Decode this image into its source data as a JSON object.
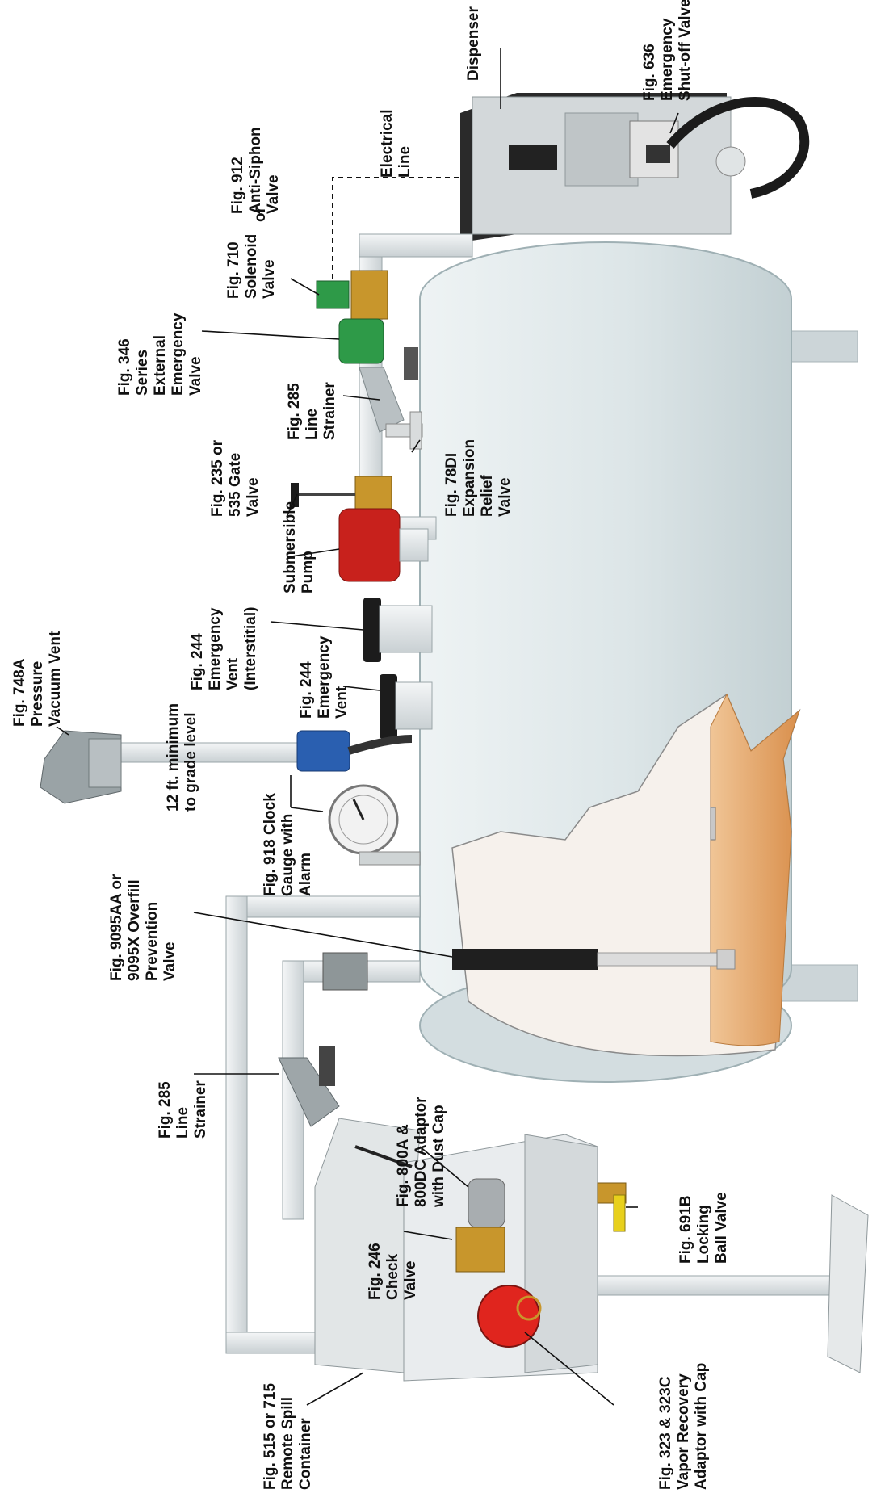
{
  "labels": {
    "dispenser": "Dispenser",
    "fig636": [
      "Fig. 636",
      "Emergency",
      "Shut-off Valve"
    ],
    "electrical": [
      "Electrical",
      "Line"
    ],
    "fig912": [
      "Fig. 912",
      "Anti-Siphon",
      "Valve"
    ],
    "or": "or",
    "fig710": [
      "Fig. 710",
      "Solenoid",
      "Valve"
    ],
    "fig346": [
      "Fig. 346",
      "Series",
      "External",
      "Emergency",
      "Valve"
    ],
    "fig285_top": [
      "Fig. 285",
      "Line",
      "Strainer"
    ],
    "fig78di": [
      "Fig. 78DI",
      "Expansion",
      "Relief",
      "Valve"
    ],
    "fig235": [
      "Fig. 235 or",
      "535 Gate",
      "Valve"
    ],
    "pump": [
      "Submersible",
      "Pump"
    ],
    "fig244_int": [
      "Fig. 244",
      "Emergency",
      "Vent",
      "(Interstitial)"
    ],
    "fig244": [
      "Fig. 244",
      "Emergency",
      "Vent"
    ],
    "fig748a": [
      "Fig. 748A",
      "Pressure",
      "Vacuum Vent"
    ],
    "min12": [
      "12 ft. minimum",
      "to grade level"
    ],
    "fig918": [
      "Fig. 918 Clock",
      "Gauge with",
      "Alarm"
    ],
    "fig9095": [
      "Fig. 9095AA or",
      "9095X Overfill",
      "Prevention",
      "Valve"
    ],
    "fig285_bottom": [
      "Fig. 285",
      "Line",
      "Strainer"
    ],
    "fig800a": [
      "Fig. 800A &",
      "800DC Adaptor",
      "with Dust Cap"
    ],
    "fig246": [
      "Fig. 246",
      "Check",
      "Valve"
    ],
    "fig691b": [
      "Fig. 691B",
      "Locking",
      "Ball Valve"
    ],
    "fig515": [
      "Fig. 515 or 715",
      "Remote Spill",
      "Container"
    ],
    "fig323": [
      "Fig. 323 & 323C",
      "Vapor Recovery",
      "Adaptor with Cap"
    ]
  },
  "colors": {
    "tank": "#dfe8ea",
    "pipe": "#e6eaeb",
    "green_valve": "#2e9a48",
    "brass": "#c89a2a",
    "pump_red": "#c8211c",
    "cap_red": "#e0251e",
    "fuel": "#e2a56a",
    "dispenser": "#cfd4d6",
    "gauge_blue": "#2a5fb0",
    "vent_black": "#1c1c1c"
  }
}
